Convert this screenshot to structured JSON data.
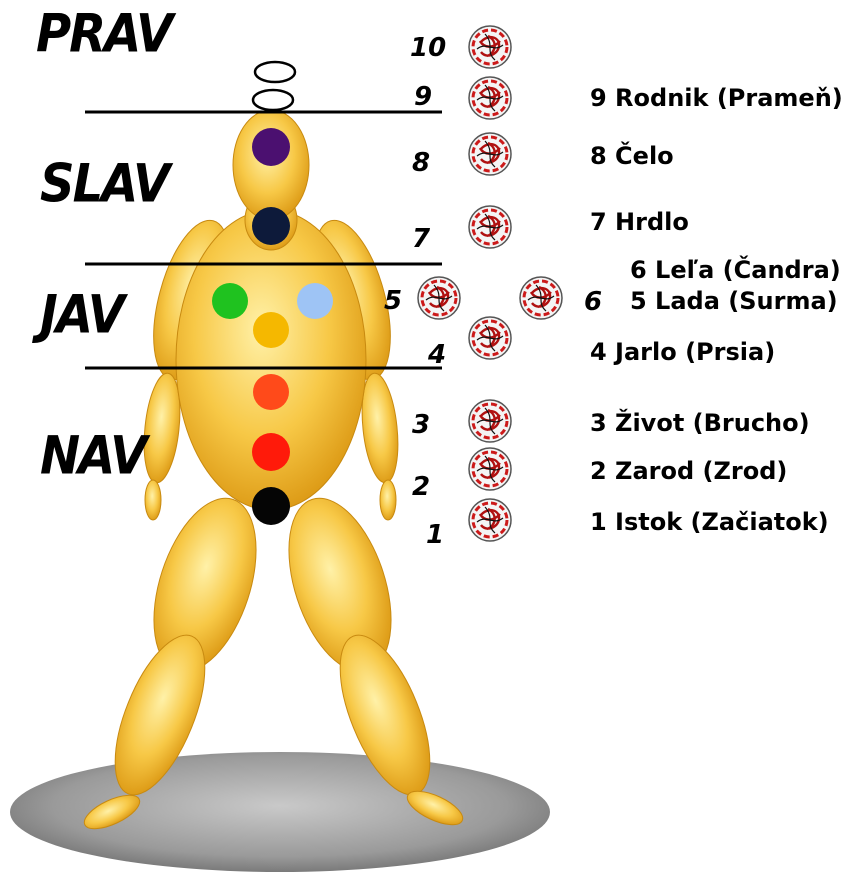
{
  "realms": {
    "prav": "PRAV",
    "slav": "SLAV",
    "jav": "JAV",
    "nav": "NAV"
  },
  "numbers": {
    "n10": "10",
    "n9": "9",
    "n8": "8",
    "n7": "7",
    "n5": "5",
    "n6": "6",
    "n4": "4",
    "n3": "3",
    "n2": "2",
    "n1": "1"
  },
  "labels": {
    "l9": "9 Rodnik (Prameň)",
    "l8": "8 Čelo",
    "l7": "7 Hrdlo",
    "l6": "6 Leľa (Čandra)",
    "l5": "5 Lada (Surma)",
    "l4": "4 Jarlo (Prsia)",
    "l3": "3 Život (Brucho)",
    "l2": "2 Zarod (Zrod)",
    "l1": "1 Istok (Začiatok)"
  },
  "colors": {
    "body_fill": "#f5c542",
    "body_edge": "#d99a10",
    "chakra_8": "#4b1070",
    "chakra_7": "#0d1a3a",
    "chakra_5": "#1fc21f",
    "chakra_6": "#9ec4f5",
    "chakra_4": "#f5b800",
    "chakra_3": "#ff4a1a",
    "chakra_2": "#ff1a0a",
    "chakra_1": "#050505",
    "symbol_red": "#cc1a1a",
    "ground": "#a0a0a0"
  },
  "icons": {
    "symbol": "kolovrat-icon",
    "halo": "halo-ring-icon"
  }
}
